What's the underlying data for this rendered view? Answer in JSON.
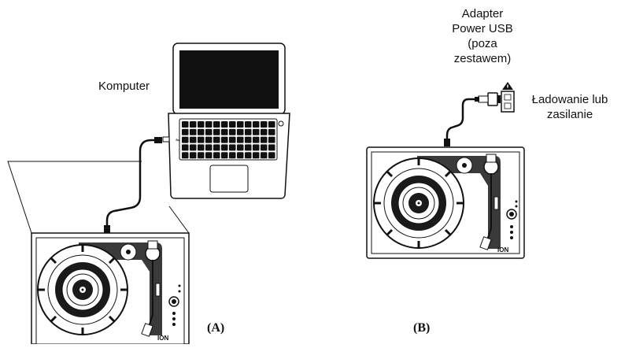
{
  "diagram_a": {
    "computer_label": "Komputer",
    "caption": "(A)",
    "logo_text": "ION"
  },
  "diagram_b": {
    "adapter_label_lines": [
      "Adapter",
      "Power USB",
      "(poza",
      "zestawem)"
    ],
    "charging_label_lines": [
      "Ładowanie lub",
      "zasilanie"
    ],
    "caption": "(B)",
    "logo_text": "ION"
  },
  "colors": {
    "line": "#111111",
    "platter_dark": "#1a1a1a",
    "tonearm_panel": "#3a3a3a",
    "background": "#ffffff"
  }
}
